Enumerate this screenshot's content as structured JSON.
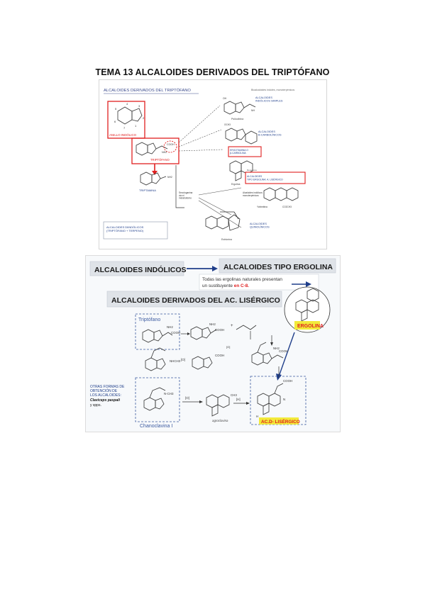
{
  "page": {
    "title": "TEMA 13 ALCALOIDES DERIVADOS DEL TRIPTÓFANO"
  },
  "slide1": {
    "header": "ALCALOIDES DERIVADOS DEL TRIPTÓFANO",
    "header_right": "Bioalcaloides indoles, monoterpénicos",
    "indole_label": "ANILLO INDÓLICO",
    "ring_numbers": [
      "5",
      "4",
      "3",
      "2",
      "6",
      "7",
      "1"
    ],
    "ring_nh": "N\nH",
    "tryptophan_label": "TRIPTÓFANO",
    "cooh": "COOH",
    "nh2": "NH2",
    "tryptamine_label": "TRIPTAMINA",
    "nh2_small": "NH2",
    "box_simple": "ALCALOIDES\nINDÓLICOS SIMPLES",
    "psilocibina": "Psilocibina",
    "box_carbo": "ALCALOIDES\nB-CARBOLÍNICOS",
    "box_ergot_beta": "ERGOTAMINA O\nβ-CARBOLINA",
    "ergolina_label": "Ergolina",
    "box_ergot_type": "ALCALOIDES\nTIPO ERGOLINA: A. LISÉRGICO",
    "reserpina_note": "Reserpina",
    "monoterp_note": "Alcaloides indólicos\nmonoterpénicos",
    "secologanin": "Secologanina\nvia el\nmetabolismo",
    "yohimbina": "Yohimbina",
    "box_quinoline": "ALCALOIDES\nQUINOLÍNICOS",
    "box_dimeric": "ALCALOIDES DIINDÓLICOS\n(TRIPTÓFANO + TERPENO)",
    "camptothecin": "Estricnina",
    "labels_misc": [
      "CH3",
      "OH",
      "CO2CH3",
      "OCH3",
      "NH"
    ]
  },
  "slide2": {
    "banner_indolic": "ALCALOIDES INDÓLICOS",
    "banner_ergolina": "ALCALOIDES TIPO ERGOLINA",
    "note_line1": "Todas las ergolinas naturales presentan",
    "note_line2_pre": "un sustituyente",
    "note_line2_em": "en C-8.",
    "banner_lysergic": "ALCALOIDES DERIVADOS DEL AC. LISÉRGICO",
    "ergolina_tag": "ERGOLINA",
    "triptofano_label": "Triptófano",
    "chanoclavine_label": "Chanoclavina I",
    "lysergic_tag": "AC.D- LISÉRGICO",
    "other_forms_lines": [
      "OTRAS FORMAS DE",
      "OBTENCIÓN DE",
      "LOS ALCALOIDES:"
    ],
    "other_forms_species": "Claviceps paspali",
    "other_forms_tail": "y spps.",
    "agroclavine": "agroclavina",
    "step_labels": [
      "[O]",
      "[O]",
      "[O]",
      "[H]",
      "[O]"
    ],
    "chem_labels": [
      "NH2",
      "COOH",
      "NH2",
      "COOH",
      "NH2",
      "COOH",
      "NHCH3",
      "COOH",
      "CH3",
      "H",
      "N",
      "COOH",
      "N-CH3"
    ]
  },
  "colors": {
    "accent_red": "#e02020",
    "accent_blue": "#1f3e8a",
    "banner_bg": "#dfe3e8",
    "yellow": "#f2ea3a",
    "chem_stroke": "#333333"
  }
}
